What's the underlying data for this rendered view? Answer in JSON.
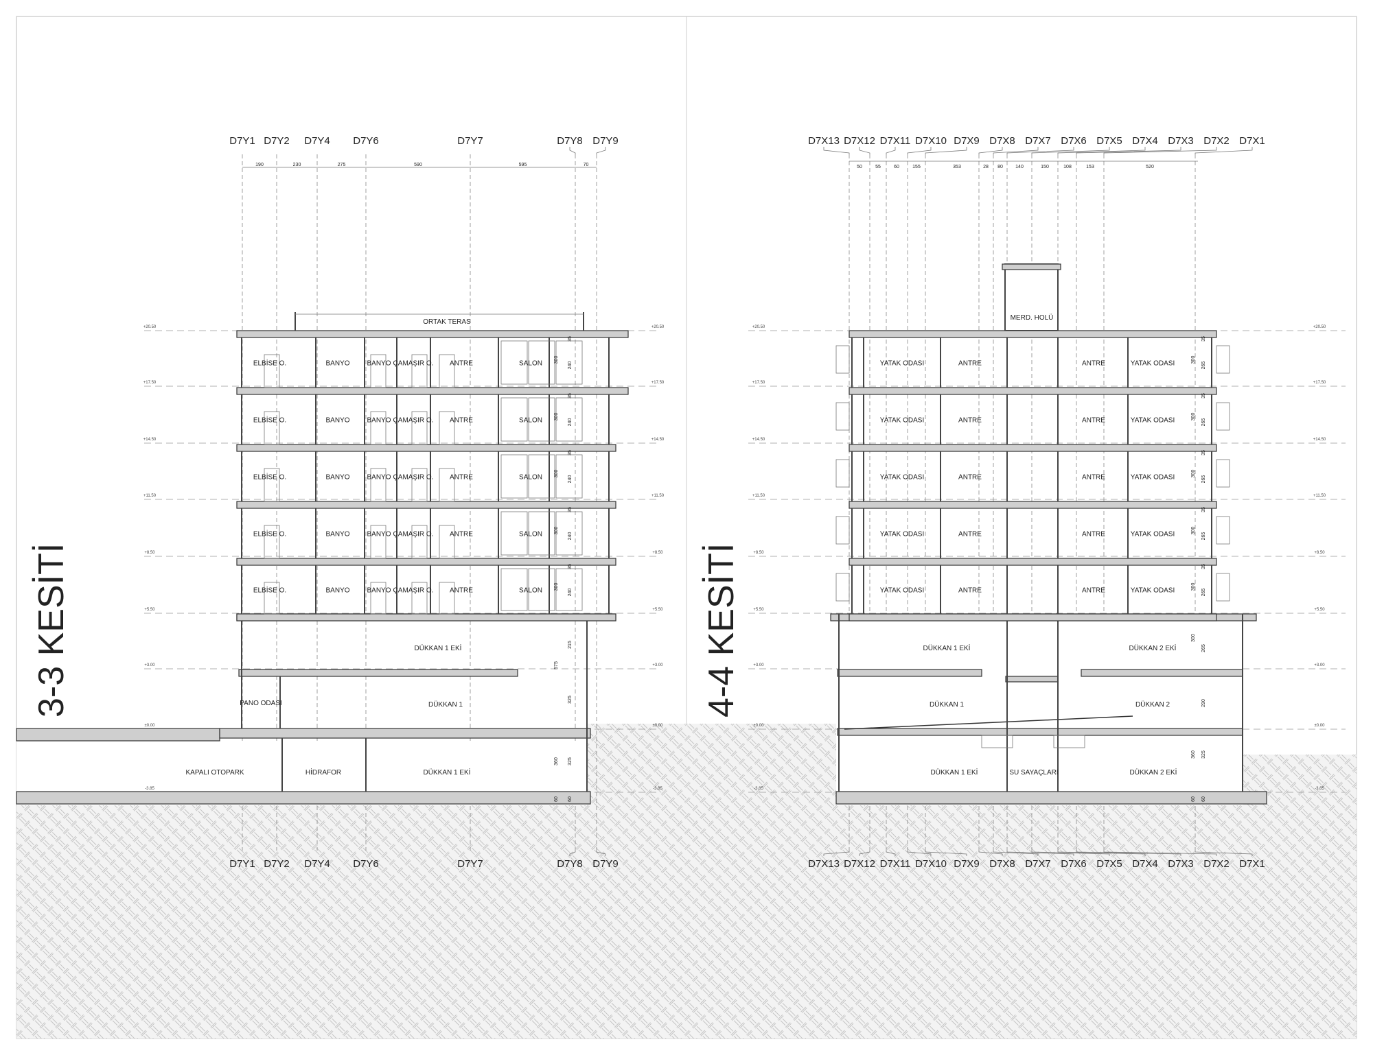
{
  "sections": [
    {
      "title": "3-3 KESİTİ",
      "grid_labels": [
        "D7Y1",
        "D7Y2",
        "D7Y4",
        "D7Y6",
        "D7Y7",
        "D7Y8",
        "D7Y9"
      ],
      "dimensions": [
        "190",
        "230",
        "275",
        "590",
        "595",
        "70"
      ],
      "roof_label": "ORTAK TERAS",
      "typical_floor_rooms": [
        "ELBİSE O.",
        "BANYO",
        "BANYO",
        "ÇAMAŞIR O.",
        "ANTRE",
        "SALON"
      ],
      "lower_rooms": [
        "DÜKKAN 1 EKİ",
        "DÜKKAN 1",
        "PANO ODASI",
        "KAPALI OTOPARK",
        "HİDRAFOR",
        "DÜKKAN 1 EKİ"
      ],
      "floor_dims": [
        "300",
        "240",
        "35"
      ],
      "lower_dims": [
        "215",
        "575",
        "325",
        "360",
        "325",
        "60",
        "60"
      ]
    },
    {
      "title": "4-4 KESİTİ",
      "grid_labels": [
        "D7X13",
        "D7X12",
        "D7X11",
        "D7X10",
        "D7X9",
        "D7X8",
        "D7X7",
        "D7X6",
        "D7X5",
        "D7X4",
        "D7X3",
        "D7X2",
        "D7X1"
      ],
      "dimensions": [
        "50",
        "55",
        "60",
        "155",
        "353",
        "28",
        "80",
        "140",
        "150",
        "108",
        "153",
        "520"
      ],
      "roof_label": "MERD. HOLÜ",
      "typical_floor_rooms": [
        "YATAK ODASI",
        "ANTRE",
        "ANTRE",
        "YATAK ODASI"
      ],
      "lower_rooms": [
        "DÜKKAN 1 EKİ",
        "DÜKKAN 2 EKİ",
        "DÜKKAN 1",
        "DÜKKAN 2",
        "DÜKKAN 1 EKİ",
        "SU SAYAÇLARI",
        "DÜKKAN 2 EKİ"
      ],
      "floor_dims": [
        "300",
        "265",
        "35"
      ],
      "lower_dims": [
        "300",
        "265",
        "290",
        "360",
        "325",
        "60",
        "60"
      ]
    }
  ],
  "levels": [
    "+20.50",
    "+17.50",
    "+14.50",
    "+11.50",
    "+8.50",
    "+5.50",
    "+3.00",
    "±0.00",
    "-3.85"
  ]
}
